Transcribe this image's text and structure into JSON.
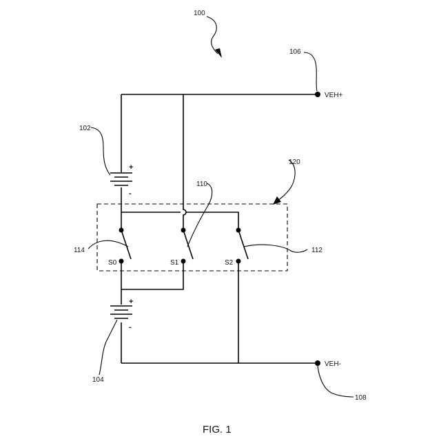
{
  "diagram": {
    "ref_main": "100",
    "ref_battery_top": "102",
    "ref_battery_bottom": "104",
    "ref_terminal_pos": "106",
    "ref_terminal_neg": "108",
    "ref_switch_s1": "110",
    "ref_switch_s2": "112",
    "ref_switch_s0": "114",
    "ref_switch_group": "120",
    "terminal_pos_label": "VEH+",
    "terminal_neg_label": "VEH-",
    "switch_s0_label": "S0",
    "switch_s1_label": "S1",
    "switch_s2_label": "S2",
    "battery_top_plus": "+",
    "battery_top_minus": "-",
    "battery_bottom_plus": "+",
    "battery_bottom_minus": "-",
    "figure_caption": "FIG. 1"
  }
}
